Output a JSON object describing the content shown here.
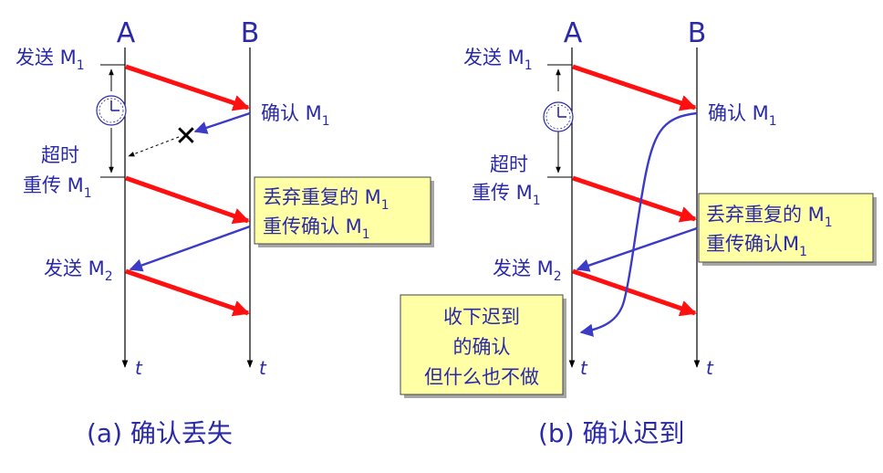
{
  "colors": {
    "text_blue": "#2a2aa8",
    "red_arrow": "#ff1010",
    "blue_arrow": "#3b3bc8",
    "note_fill": "#ffffa6",
    "shadow": "#a6a6a6"
  },
  "panel_a": {
    "host_a": "A",
    "host_b": "B",
    "send_m1": "发送 M",
    "send_m1_sub": "1",
    "timeout": "超时",
    "resend_m1": "重传 M",
    "resend_m1_sub": "1",
    "send_m2": "发送 M",
    "send_m2_sub": "2",
    "ack_m1": "确认 M",
    "ack_m1_sub": "1",
    "note_line1": "丢弃重复的 M",
    "note_line1_sub": "1",
    "note_line2": "重传确认 M",
    "note_line2_sub": "1",
    "time_a": "t",
    "time_b": "t",
    "lost_mark": "✕",
    "caption": "(a) 确认丢失"
  },
  "panel_b": {
    "host_a": "A",
    "host_b": "B",
    "send_m1": "发送 M",
    "send_m1_sub": "1",
    "timeout": "超时",
    "resend_m1": "重传 M",
    "resend_m1_sub": "1",
    "send_m2": "发送 M",
    "send_m2_sub": "2",
    "ack_m1": "确认 M",
    "ack_m1_sub": "1",
    "note_line1": "丢弃重复的 M",
    "note_line1_sub": "1",
    "note_line2": "重传确认M",
    "note_line2_sub": "1",
    "late_note_line1": "收下迟到",
    "late_note_line2": "的确认",
    "late_note_line3": "但什么也不做",
    "time_a": "t",
    "time_b": "t",
    "caption": "(b) 确认迟到"
  },
  "icons": {
    "timer_a": "clock-icon",
    "timer_b": "clock-icon",
    "lost": "cross-icon"
  }
}
